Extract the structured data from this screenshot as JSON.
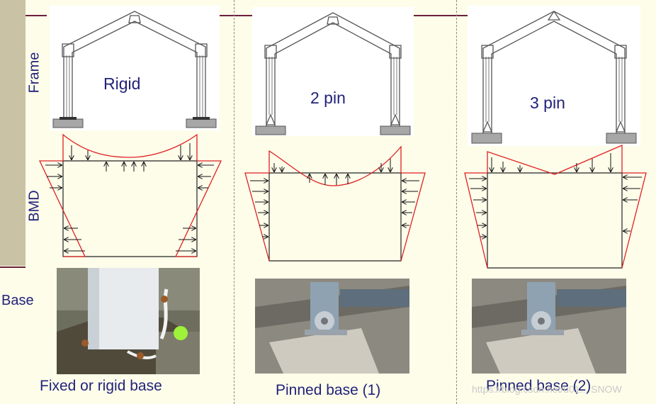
{
  "side_labels": {
    "frame": "Frame",
    "bmd": "BMD",
    "base": "Base"
  },
  "frames": [
    {
      "label": "Rigid"
    },
    {
      "label": "2 pin"
    },
    {
      "label": "3 pin"
    }
  ],
  "bases": [
    {
      "caption": "Fixed or rigid base"
    },
    {
      "caption": "Pinned base (1)"
    },
    {
      "caption": "Pinned base (2)"
    }
  ],
  "watermark": "https://blog.csdn.net/u01... SNOW",
  "colors": {
    "text": "#22227a",
    "bmd_outline": "#e02020",
    "accent_line": "#6b1f3b",
    "sidebar": "#c9c2a4",
    "background": "#fdfdea"
  }
}
